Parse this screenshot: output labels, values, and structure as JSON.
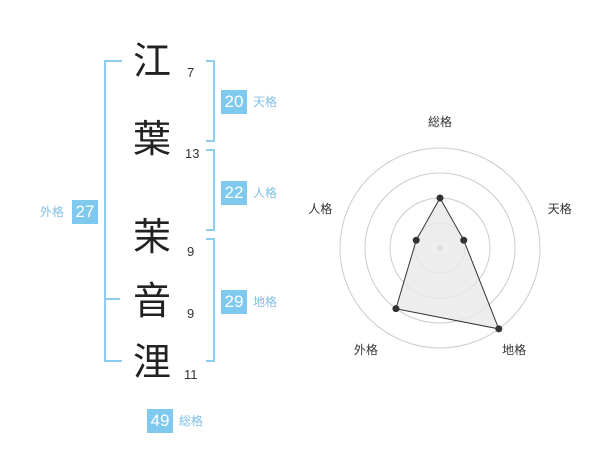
{
  "characters": [
    {
      "char": "江",
      "strokes": "7"
    },
    {
      "char": "葉",
      "strokes": "13"
    },
    {
      "char": "茉",
      "strokes": "9"
    },
    {
      "char": "音",
      "strokes": "9"
    },
    {
      "char": "浬",
      "strokes": "11"
    }
  ],
  "fortune": {
    "tenkaku": {
      "value": "20",
      "label": "天格"
    },
    "jinkaku": {
      "value": "22",
      "label": "人格"
    },
    "chikaku": {
      "value": "29",
      "label": "地格"
    },
    "gaikaku": {
      "value": "27",
      "label": "外格"
    },
    "soukaku": {
      "value": "49",
      "label": "総格"
    }
  },
  "chart_data": {
    "type": "radar",
    "axes": [
      "総格",
      "天格",
      "地格",
      "外格",
      "人格"
    ],
    "values": [
      2,
      1,
      4,
      3,
      1
    ],
    "rmax": 4,
    "rings": 4,
    "colors": {
      "ring": "#cccccc",
      "fill": "#e8e8e8",
      "line": "#333333",
      "point": "#333333",
      "center": "#bbbbbb"
    }
  }
}
